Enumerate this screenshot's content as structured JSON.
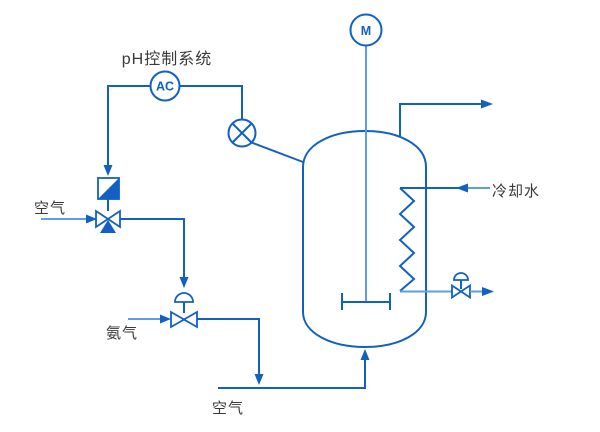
{
  "diagram": {
    "title_label": "pH控制系统",
    "instruments": {
      "analyzer_controller": "AC",
      "motor": "M"
    },
    "stream_labels": {
      "air_left": "空气",
      "ammonia": "氨气",
      "air_bottom": "空气",
      "cooling_water": "冷却水"
    },
    "icons": [
      "motor-circle-icon",
      "analyzer-controller-icon",
      "ph-sensor-icon",
      "ip-transducer-icon",
      "three-way-valve-icon",
      "diaphragm-control-valve-icon",
      "cooling-coil-icon",
      "agitator-icon",
      "reactor-vessel-icon",
      "flow-arrow-icon"
    ],
    "colors": {
      "line_main": "#1160c2",
      "line_light": "#5f9de2",
      "text": "#3a3a3a",
      "background": "#ffffff"
    }
  }
}
